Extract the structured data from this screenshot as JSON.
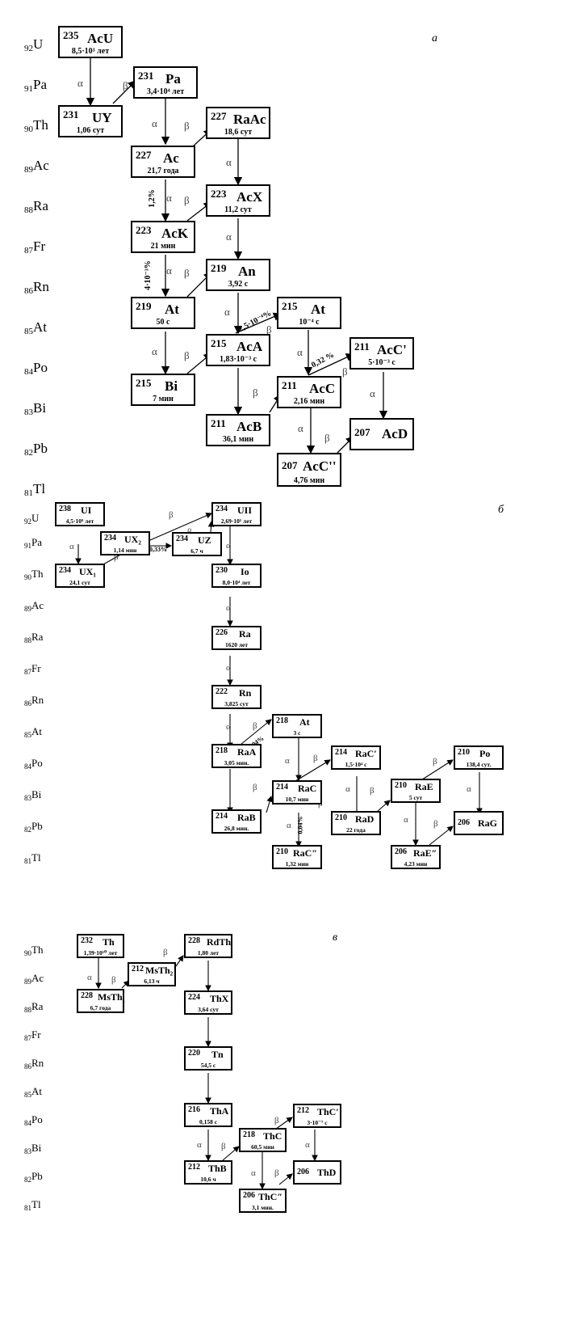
{
  "panels": {
    "a": {
      "letter": "а",
      "rows": [
        "U",
        "Pa",
        "Th",
        "Ac",
        "Ra",
        "Fr",
        "Rn",
        "At",
        "Po",
        "Bi",
        "Pb",
        "Tl"
      ],
      "z": [
        "92",
        "91",
        "90",
        "89",
        "88",
        "87",
        "86",
        "85",
        "84",
        "83",
        "82",
        "81"
      ],
      "nodes": [
        {
          "mass": "235",
          "name": "AcU",
          "half": "8,5·10³ лет"
        },
        {
          "mass": "231",
          "name": "Pa",
          "half": "3,4·10⁴ лет"
        },
        {
          "mass": "231",
          "name": "UY",
          "half": "1,06 сут"
        },
        {
          "mass": "227",
          "name": "RaAc",
          "half": "18,6 сут"
        },
        {
          "mass": "227",
          "name": "Ac",
          "half": "21,7 года"
        },
        {
          "mass": "223",
          "name": "AcX",
          "half": "11,2 сут"
        },
        {
          "mass": "223",
          "name": "AcK",
          "half": "21 мин"
        },
        {
          "mass": "219",
          "name": "An",
          "half": "3,92 с"
        },
        {
          "mass": "219",
          "name": "At",
          "half": "50 с"
        },
        {
          "mass": "215",
          "name": "At",
          "half": "10⁻⁴ с"
        },
        {
          "mass": "215",
          "name": "AcA",
          "half": "1,83·10⁻³ с"
        },
        {
          "mass": "211",
          "name": "AcC'",
          "half": "5·10⁻³ с"
        },
        {
          "mass": "215",
          "name": "Bi",
          "half": "7 мин"
        },
        {
          "mass": "211",
          "name": "AcC",
          "half": "2,16 мин"
        },
        {
          "mass": "211",
          "name": "AcB",
          "half": "36,1 мин"
        },
        {
          "mass": "207",
          "name": "AcD",
          "half": ""
        },
        {
          "mass": "207",
          "name": "AcC''",
          "half": "4,76 мин"
        }
      ],
      "percents": [
        "1,2%",
        "4·10⁻³%",
        "2,5·10⁻⁴%",
        "0,32 %"
      ]
    },
    "b": {
      "letter": "б",
      "rows": [
        "U",
        "Pa",
        "Th",
        "Ac",
        "Ra",
        "Fr",
        "Rn",
        "At",
        "Po",
        "Bi",
        "Pb",
        "Tl"
      ],
      "z": [
        "92",
        "91",
        "90",
        "89",
        "88",
        "87",
        "86",
        "85",
        "84",
        "83",
        "82",
        "81"
      ],
      "nodes": [
        {
          "mass": "238",
          "name": "UI",
          "half": "4,5·10⁹ лет"
        },
        {
          "mass": "234",
          "name": "UII",
          "half": "2,69·10⁵ лет"
        },
        {
          "mass": "234",
          "name": "UX₂",
          "half": "1,14 мин"
        },
        {
          "mass": "234",
          "name": "UZ",
          "half": "6,7 ч"
        },
        {
          "mass": "234",
          "name": "UX₁",
          "half": "24,1 сут"
        },
        {
          "mass": "230",
          "name": "Io",
          "half": "8,0·10⁴ лет"
        },
        {
          "mass": "226",
          "name": "Ra",
          "half": "1620 лет"
        },
        {
          "mass": "222",
          "name": "Rn",
          "half": "3,825 сут"
        },
        {
          "mass": "218",
          "name": "At",
          "half": "3 с"
        },
        {
          "mass": "218",
          "name": "RaA",
          "half": "3,05 мин."
        },
        {
          "mass": "214",
          "name": "RaC′",
          "half": "1,5·10⁴ с"
        },
        {
          "mass": "210",
          "name": "Po",
          "half": "138,4 сут."
        },
        {
          "mass": "214",
          "name": "RaC",
          "half": "10,7 мин"
        },
        {
          "mass": "210",
          "name": "RaE",
          "half": "5 сут"
        },
        {
          "mass": "214",
          "name": "RaB",
          "half": "26,8 мин."
        },
        {
          "mass": "210",
          "name": "RaD",
          "half": "22 года"
        },
        {
          "mass": "206",
          "name": "RaG",
          "half": ""
        },
        {
          "mass": "210",
          "name": "RaC″",
          "half": "1,32 мин"
        },
        {
          "mass": "206",
          "name": "RaE″",
          "half": "4,23 мин"
        }
      ],
      "percents": [
        "0,33%",
        "0,04%",
        "0,04%"
      ]
    },
    "c": {
      "letter": "в",
      "rows": [
        "Th",
        "Ac",
        "Ra",
        "Fr",
        "Rn",
        "At",
        "Po",
        "Bi",
        "Pb",
        "Tl"
      ],
      "z": [
        "90",
        "89",
        "88",
        "87",
        "86",
        "85",
        "84",
        "83",
        "82",
        "81"
      ],
      "nodes": [
        {
          "mass": "232",
          "name": "Th",
          "half": "1,39·10¹⁰ лет"
        },
        {
          "mass": "228",
          "name": "RdTh",
          "half": "1,80 лет"
        },
        {
          "mass": "212",
          "name": "MsTh₂",
          "half": "6,13 ч"
        },
        {
          "mass": "228",
          "name": "MsTh₁",
          "half": "6,7 года"
        },
        {
          "mass": "224",
          "name": "ThX",
          "half": "3,64 сут"
        },
        {
          "mass": "220",
          "name": "Tn",
          "half": "54,5 с"
        },
        {
          "mass": "216",
          "name": "ThA",
          "half": "0,158 с"
        },
        {
          "mass": "212",
          "name": "ThC′",
          "half": "3·10⁻⁷ с"
        },
        {
          "mass": "218",
          "name": "ThC",
          "half": "60,5 мин"
        },
        {
          "mass": "212",
          "name": "ThB",
          "half": "10,6 ч"
        },
        {
          "mass": "206",
          "name": "ThD",
          "half": ""
        },
        {
          "mass": "206",
          "name": "ThC″",
          "half": "3,1 мин."
        }
      ],
      "percents": []
    }
  },
  "decay": {
    "alpha": "α",
    "beta": "β"
  }
}
